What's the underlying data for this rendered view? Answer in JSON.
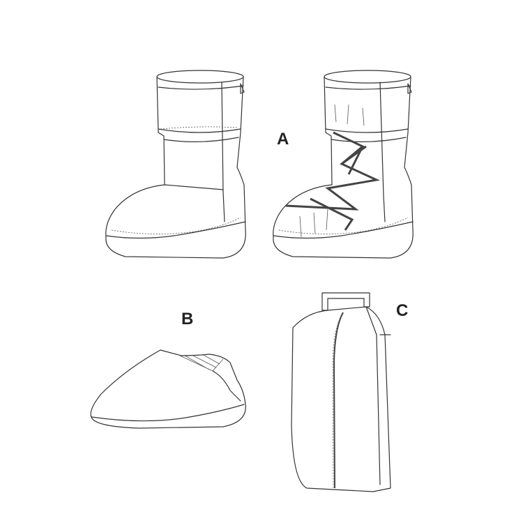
{
  "labels": {
    "a": "A",
    "b": "B",
    "c": "C"
  },
  "colors": {
    "line": "#333333",
    "background": "#ffffff"
  }
}
